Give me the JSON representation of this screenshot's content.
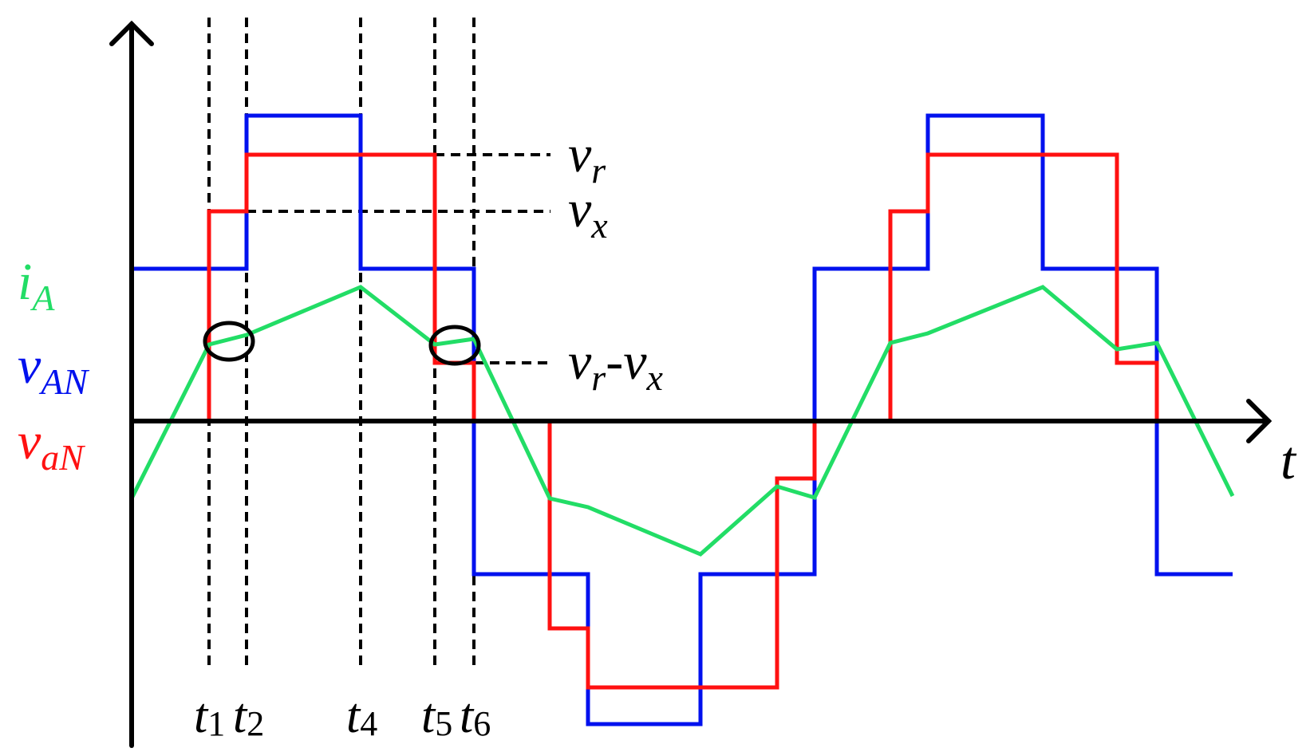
{
  "labels": {
    "axis_time": "t",
    "times": [
      {
        "main": "t",
        "sub": "1"
      },
      {
        "main": "t",
        "sub": "2"
      },
      {
        "main": "t",
        "sub": "4"
      },
      {
        "main": "t",
        "sub": "5"
      },
      {
        "main": "t",
        "sub": "6"
      }
    ],
    "v_r": {
      "main": "v",
      "sub": "r"
    },
    "v_x": {
      "main": "v",
      "sub": "x"
    },
    "v_rx": {
      "main1": "v",
      "sub1": "r",
      "dash": "-",
      "main2": "v",
      "sub2": "x"
    },
    "i_A": {
      "main": "i",
      "sub": "A"
    },
    "v_AN": {
      "main": "v",
      "sub": "AN"
    },
    "v_aN": {
      "main": "v",
      "sub": "aN"
    }
  },
  "colors": {
    "axis": "#000000",
    "v_AN": "#0011ee",
    "v_aN": "#ff1111",
    "i_A": "#22dd66",
    "guide": "#000000"
  }
}
